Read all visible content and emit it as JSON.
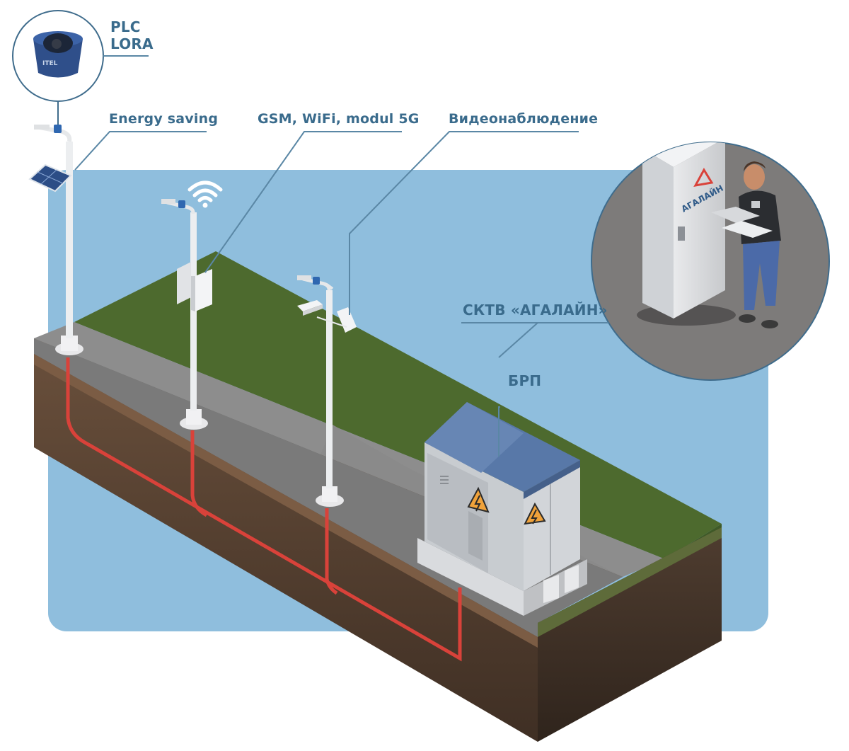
{
  "labels": {
    "plc": "PLC",
    "lora": "LORA",
    "energy_saving": "Energy saving",
    "gsm": "GSM, WiFi, modul 5G",
    "video": "Видеонаблюдение",
    "sktv": "СКТВ «АГАЛАЙН»",
    "brp": "БРП"
  },
  "cabinet_logo": "АГАЛАЙН",
  "device_logo": "ITEL",
  "colors": {
    "sky": "#8fbedd",
    "label": "#3a6b8c",
    "leader": "#5a87a5",
    "grass": "#4d6a2e",
    "pavement": "#8c8c8c",
    "soil": "#5b4535",
    "cable": "#d9423a",
    "kiosk_roof": "#5878a8",
    "kiosk_body": "#c8ccd0",
    "warning": "#f0a23a"
  }
}
